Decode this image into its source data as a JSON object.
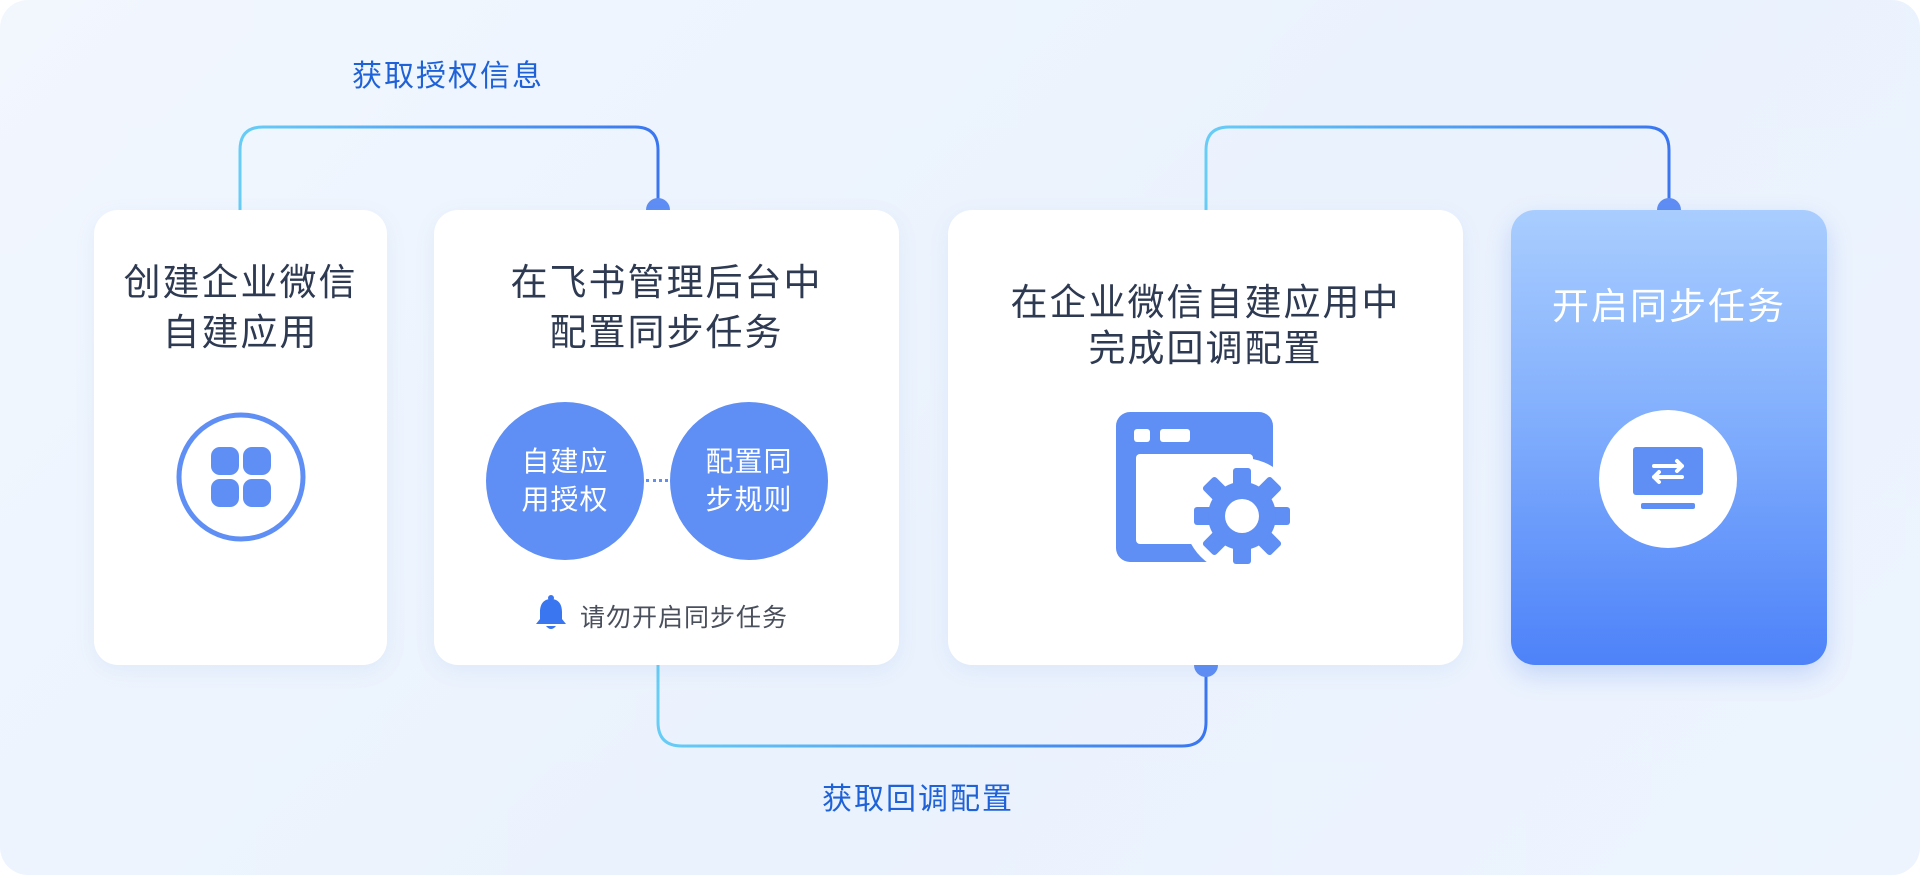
{
  "labels": {
    "top_left": "获取授权信息",
    "bottom": "获取回调配置"
  },
  "cards": [
    {
      "title_lines": [
        "创建企业微信",
        "自建应用"
      ],
      "icon": "app-grid-icon"
    },
    {
      "title_lines": [
        "在飞书管理后台中",
        "配置同步任务"
      ],
      "substeps": [
        {
          "lines": [
            "自建应",
            "用授权"
          ]
        },
        {
          "lines": [
            "配置同",
            "步规则"
          ]
        }
      ],
      "notice": {
        "icon": "bell-icon",
        "text": "请勿开启同步任务"
      }
    },
    {
      "title_lines": [
        "在企业微信自建应用中",
        "完成回调配置"
      ],
      "icon": "window-settings-icon"
    },
    {
      "title_lines": [
        "开启同步任务"
      ],
      "icon": "sync-monitor-icon"
    }
  ],
  "colors": {
    "accent": "#5f8ef4",
    "label_blue": "#1f62d8",
    "connector_start": "#67cdf6",
    "connector_end": "#3a76f0",
    "card_title": "#2e3a52",
    "highlight_card_top": "#a9cdfe",
    "highlight_card_bottom": "#4d82f9"
  }
}
